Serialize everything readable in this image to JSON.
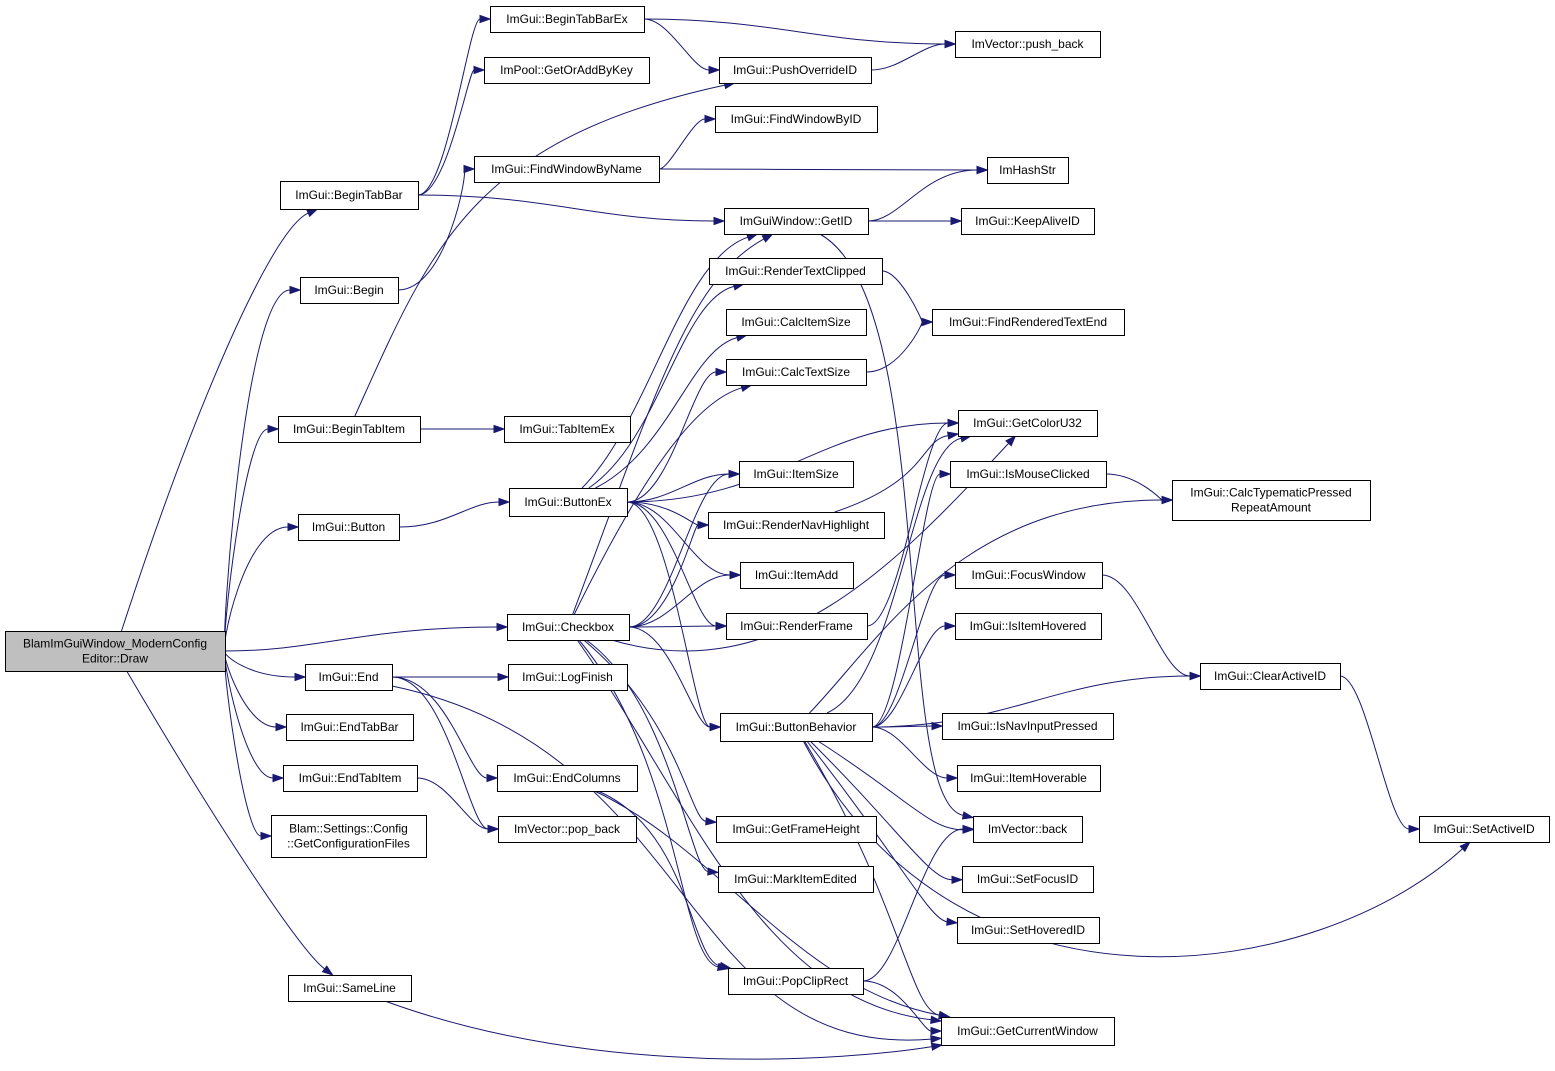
{
  "diagram": {
    "type": "call-graph",
    "colors": {
      "edge": "#191970",
      "root_fill": "#bfbfbf",
      "truncated_border": "#ff0000",
      "node_border": "#000000"
    },
    "nodes": [
      {
        "id": "root",
        "lines": [
          "BlamImGuiWindow_ModernConfig",
          "Editor::Draw"
        ],
        "kind": "root"
      },
      {
        "id": "begintabbar",
        "lines": [
          "ImGui::BeginTabBar"
        ]
      },
      {
        "id": "begin",
        "lines": [
          "ImGui::Begin"
        ]
      },
      {
        "id": "begintabitem",
        "lines": [
          "ImGui::BeginTabItem"
        ]
      },
      {
        "id": "button",
        "lines": [
          "ImGui::Button"
        ]
      },
      {
        "id": "checkbox",
        "lines": [
          "ImGui::Checkbox"
        ]
      },
      {
        "id": "end",
        "lines": [
          "ImGui::End"
        ]
      },
      {
        "id": "endtabbar",
        "lines": [
          "ImGui::EndTabBar"
        ]
      },
      {
        "id": "endtabitem",
        "lines": [
          "ImGui::EndTabItem"
        ]
      },
      {
        "id": "getconfigfiles",
        "lines": [
          "Blam::Settings::Config",
          "::GetConfigurationFiles"
        ]
      },
      {
        "id": "sameline",
        "lines": [
          "ImGui::SameLine"
        ]
      },
      {
        "id": "begintabbarex",
        "lines": [
          "ImGui::BeginTabBarEx"
        ]
      },
      {
        "id": "getoraddbykey",
        "lines": [
          "ImPool::GetOrAddByKey"
        ]
      },
      {
        "id": "findwindowbyname",
        "lines": [
          "ImGui::FindWindowByName"
        ]
      },
      {
        "id": "tabitemex",
        "lines": [
          "ImGui::TabItemEx"
        ]
      },
      {
        "id": "buttonex",
        "lines": [
          "ImGui::ButtonEx"
        ]
      },
      {
        "id": "logfinish",
        "lines": [
          "ImGui::LogFinish"
        ],
        "kind": "truncated"
      },
      {
        "id": "endcolumns",
        "lines": [
          "ImGui::EndColumns"
        ],
        "kind": "truncated"
      },
      {
        "id": "popback",
        "lines": [
          "ImVector::pop_back"
        ]
      },
      {
        "id": "pushoverrideid",
        "lines": [
          "ImGui::PushOverrideID"
        ]
      },
      {
        "id": "findwindowbyid",
        "lines": [
          "ImGui::FindWindowByID"
        ],
        "kind": "truncated"
      },
      {
        "id": "getid",
        "lines": [
          "ImGuiWindow::GetID"
        ]
      },
      {
        "id": "rendertextclipped",
        "lines": [
          "ImGui::RenderTextClipped"
        ],
        "kind": "truncated"
      },
      {
        "id": "calcitemsize",
        "lines": [
          "ImGui::CalcItemSize"
        ],
        "kind": "truncated"
      },
      {
        "id": "calctextsize",
        "lines": [
          "ImGui::CalcTextSize"
        ]
      },
      {
        "id": "itemsize",
        "lines": [
          "ImGui::ItemSize"
        ]
      },
      {
        "id": "rendernavhighlight",
        "lines": [
          "ImGui::RenderNavHighlight"
        ],
        "kind": "truncated"
      },
      {
        "id": "itemadd",
        "lines": [
          "ImGui::ItemAdd"
        ]
      },
      {
        "id": "renderframe",
        "lines": [
          "ImGui::RenderFrame"
        ],
        "kind": "truncated"
      },
      {
        "id": "buttonbehavior",
        "lines": [
          "ImGui::ButtonBehavior"
        ]
      },
      {
        "id": "getframeheight",
        "lines": [
          "ImGui::GetFrameHeight"
        ]
      },
      {
        "id": "markitemedited",
        "lines": [
          "ImGui::MarkItemEdited"
        ]
      },
      {
        "id": "popcliprect",
        "lines": [
          "ImGui::PopClipRect"
        ],
        "kind": "truncated"
      },
      {
        "id": "pushback",
        "lines": [
          "ImVector::push_back"
        ]
      },
      {
        "id": "imhashstr",
        "lines": [
          "ImHashStr"
        ]
      },
      {
        "id": "keepaliveid",
        "lines": [
          "ImGui::KeepAliveID"
        ]
      },
      {
        "id": "findrenderedtextend",
        "lines": [
          "ImGui::FindRenderedTextEnd"
        ]
      },
      {
        "id": "getcoloru32",
        "lines": [
          "ImGui::GetColorU32"
        ],
        "kind": "truncated"
      },
      {
        "id": "ismouseclicked",
        "lines": [
          "ImGui::IsMouseClicked"
        ]
      },
      {
        "id": "focuswindow",
        "lines": [
          "ImGui::FocusWindow"
        ],
        "kind": "truncated"
      },
      {
        "id": "isitemhovered",
        "lines": [
          "ImGui::IsItemHovered"
        ],
        "kind": "truncated"
      },
      {
        "id": "isnavinputpressed",
        "lines": [
          "ImGui::IsNavInputPressed"
        ],
        "kind": "truncated"
      },
      {
        "id": "itemhoverable",
        "lines": [
          "ImGui::ItemHoverable"
        ],
        "kind": "truncated"
      },
      {
        "id": "vectorback",
        "lines": [
          "ImVector::back"
        ]
      },
      {
        "id": "setfocusid",
        "lines": [
          "ImGui::SetFocusID"
        ]
      },
      {
        "id": "sethoveredid",
        "lines": [
          "ImGui::SetHoveredID"
        ]
      },
      {
        "id": "getcurrentwindow",
        "lines": [
          "ImGui::GetCurrentWindow"
        ]
      },
      {
        "id": "calctypematic",
        "lines": [
          "ImGui::CalcTypematicPressed",
          "RepeatAmount"
        ]
      },
      {
        "id": "clearactiveid",
        "lines": [
          "ImGui::ClearActiveID"
        ]
      },
      {
        "id": "setactiveid",
        "lines": [
          "ImGui::SetActiveID"
        ]
      }
    ],
    "edges": [
      [
        "root",
        "begintabbar"
      ],
      [
        "root",
        "begin"
      ],
      [
        "root",
        "begintabitem"
      ],
      [
        "root",
        "button"
      ],
      [
        "root",
        "checkbox"
      ],
      [
        "root",
        "end"
      ],
      [
        "root",
        "endtabbar"
      ],
      [
        "root",
        "endtabitem"
      ],
      [
        "root",
        "getconfigfiles"
      ],
      [
        "root",
        "sameline"
      ],
      [
        "begintabbar",
        "begintabbarex"
      ],
      [
        "begintabbar",
        "getoraddbykey"
      ],
      [
        "begintabbar",
        "getid"
      ],
      [
        "begintabbarex",
        "pushback"
      ],
      [
        "begintabbarex",
        "pushoverrideid"
      ],
      [
        "pushoverrideid",
        "pushback"
      ],
      [
        "begin",
        "findwindowbyname"
      ],
      [
        "findwindowbyname",
        "findwindowbyid"
      ],
      [
        "findwindowbyname",
        "imhashstr"
      ],
      [
        "begintabitem",
        "tabitemex"
      ],
      [
        "begintabitem",
        "pushoverrideid"
      ],
      [
        "getid",
        "imhashstr"
      ],
      [
        "getid",
        "keepaliveid"
      ],
      [
        "getid",
        "vectorback"
      ],
      [
        "button",
        "buttonex"
      ],
      [
        "buttonex",
        "getid"
      ],
      [
        "buttonex",
        "rendertextclipped"
      ],
      [
        "buttonex",
        "calcitemsize"
      ],
      [
        "buttonex",
        "calctextsize"
      ],
      [
        "buttonex",
        "getcoloru32"
      ],
      [
        "buttonex",
        "itemsize"
      ],
      [
        "buttonex",
        "rendernavhighlight"
      ],
      [
        "buttonex",
        "itemadd"
      ],
      [
        "buttonex",
        "renderframe"
      ],
      [
        "buttonex",
        "buttonbehavior"
      ],
      [
        "checkbox",
        "getid"
      ],
      [
        "checkbox",
        "calctextsize"
      ],
      [
        "checkbox",
        "itemsize"
      ],
      [
        "checkbox",
        "rendernavhighlight"
      ],
      [
        "checkbox",
        "itemadd"
      ],
      [
        "checkbox",
        "renderframe"
      ],
      [
        "checkbox",
        "buttonbehavior"
      ],
      [
        "checkbox",
        "getframeheight"
      ],
      [
        "checkbox",
        "markitemedited"
      ],
      [
        "checkbox",
        "popcliprect"
      ],
      [
        "checkbox",
        "getcoloru32"
      ],
      [
        "checkbox",
        "getcurrentwindow"
      ],
      [
        "rendertextclipped",
        "findrenderedtextend"
      ],
      [
        "calctextsize",
        "findrenderedtextend"
      ],
      [
        "renderframe",
        "getcoloru32"
      ],
      [
        "rendernavhighlight",
        "getcoloru32"
      ],
      [
        "end",
        "logfinish"
      ],
      [
        "end",
        "endcolumns"
      ],
      [
        "end",
        "popback"
      ],
      [
        "end",
        "getcurrentwindow"
      ],
      [
        "endtabitem",
        "popback"
      ],
      [
        "endcolumns",
        "popcliprect"
      ],
      [
        "endcolumns",
        "getcurrentwindow"
      ],
      [
        "popcliprect",
        "vectorback"
      ],
      [
        "popcliprect",
        "getcurrentwindow"
      ],
      [
        "sameline",
        "getcurrentwindow"
      ],
      [
        "buttonbehavior",
        "ismouseclicked"
      ],
      [
        "buttonbehavior",
        "calctypematic"
      ],
      [
        "buttonbehavior",
        "focuswindow"
      ],
      [
        "buttonbehavior",
        "isitemhovered"
      ],
      [
        "buttonbehavior",
        "clearactiveid"
      ],
      [
        "buttonbehavior",
        "isnavinputpressed"
      ],
      [
        "buttonbehavior",
        "itemhoverable"
      ],
      [
        "buttonbehavior",
        "vectorback"
      ],
      [
        "buttonbehavior",
        "setfocusid"
      ],
      [
        "buttonbehavior",
        "sethoveredid"
      ],
      [
        "buttonbehavior",
        "getcurrentwindow"
      ],
      [
        "buttonbehavior",
        "setactiveid"
      ],
      [
        "buttonbehavior",
        "getcoloru32"
      ],
      [
        "ismouseclicked",
        "calctypematic"
      ],
      [
        "focuswindow",
        "clearactiveid"
      ],
      [
        "clearactiveid",
        "setactiveid"
      ]
    ]
  }
}
